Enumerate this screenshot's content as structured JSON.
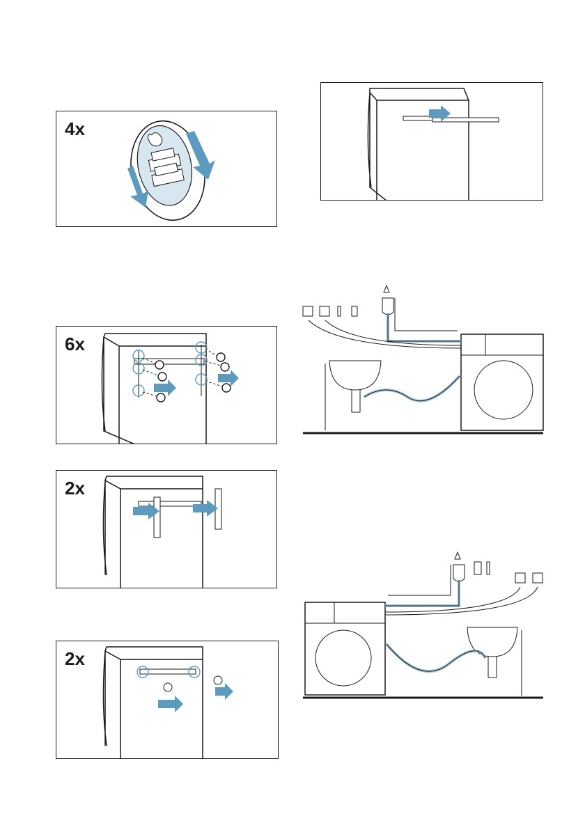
{
  "panels": {
    "cap": {
      "quantity": "4x"
    },
    "screws": {
      "quantity": "6x"
    },
    "brackets": {
      "quantity": "2x"
    },
    "rail": {
      "quantity": "2x"
    }
  },
  "colors": {
    "line": "#1a1a1a",
    "arrow": "#5b9bbf",
    "hose": "#9fc4d9",
    "machine": "#ffffff"
  },
  "icons": [
    "transport-cap-icon",
    "screw-icon",
    "arrow-icon",
    "washing-machine-icon",
    "sink-icon",
    "water-tap-icon",
    "power-socket-icon"
  ]
}
